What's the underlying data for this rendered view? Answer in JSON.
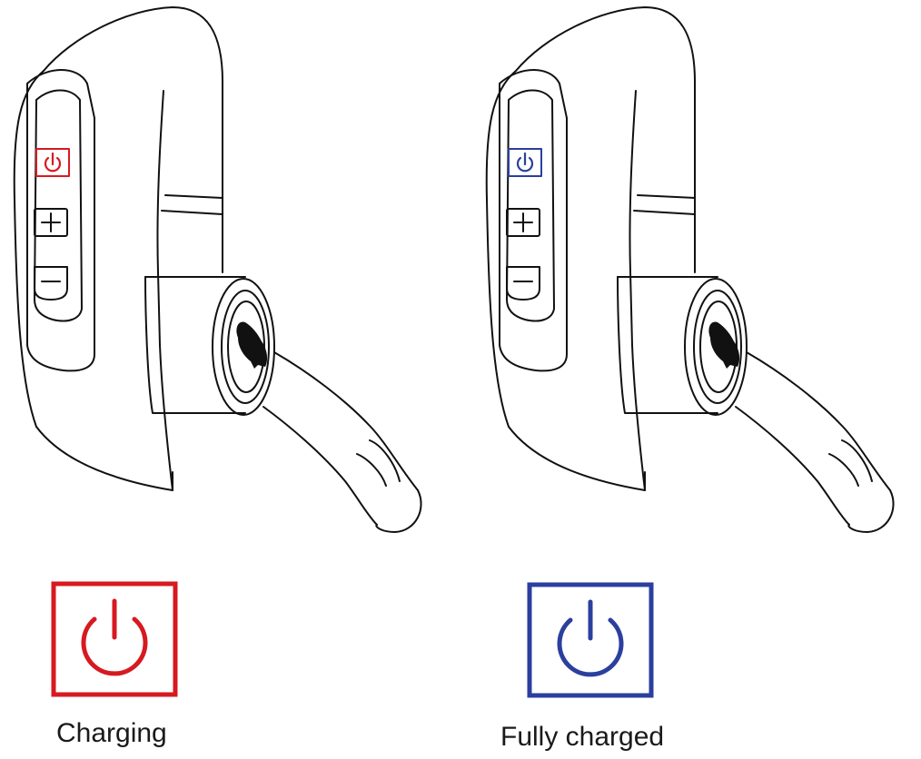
{
  "states": [
    {
      "label": "Charging",
      "led_color": "#d71920",
      "icon": "power-icon"
    },
    {
      "label": "Fully charged",
      "led_color": "#2b3f9e",
      "icon": "power-icon"
    }
  ],
  "device_buttons": [
    "power-icon",
    "plus-icon",
    "minus-icon"
  ],
  "logo": "puffin-logo"
}
